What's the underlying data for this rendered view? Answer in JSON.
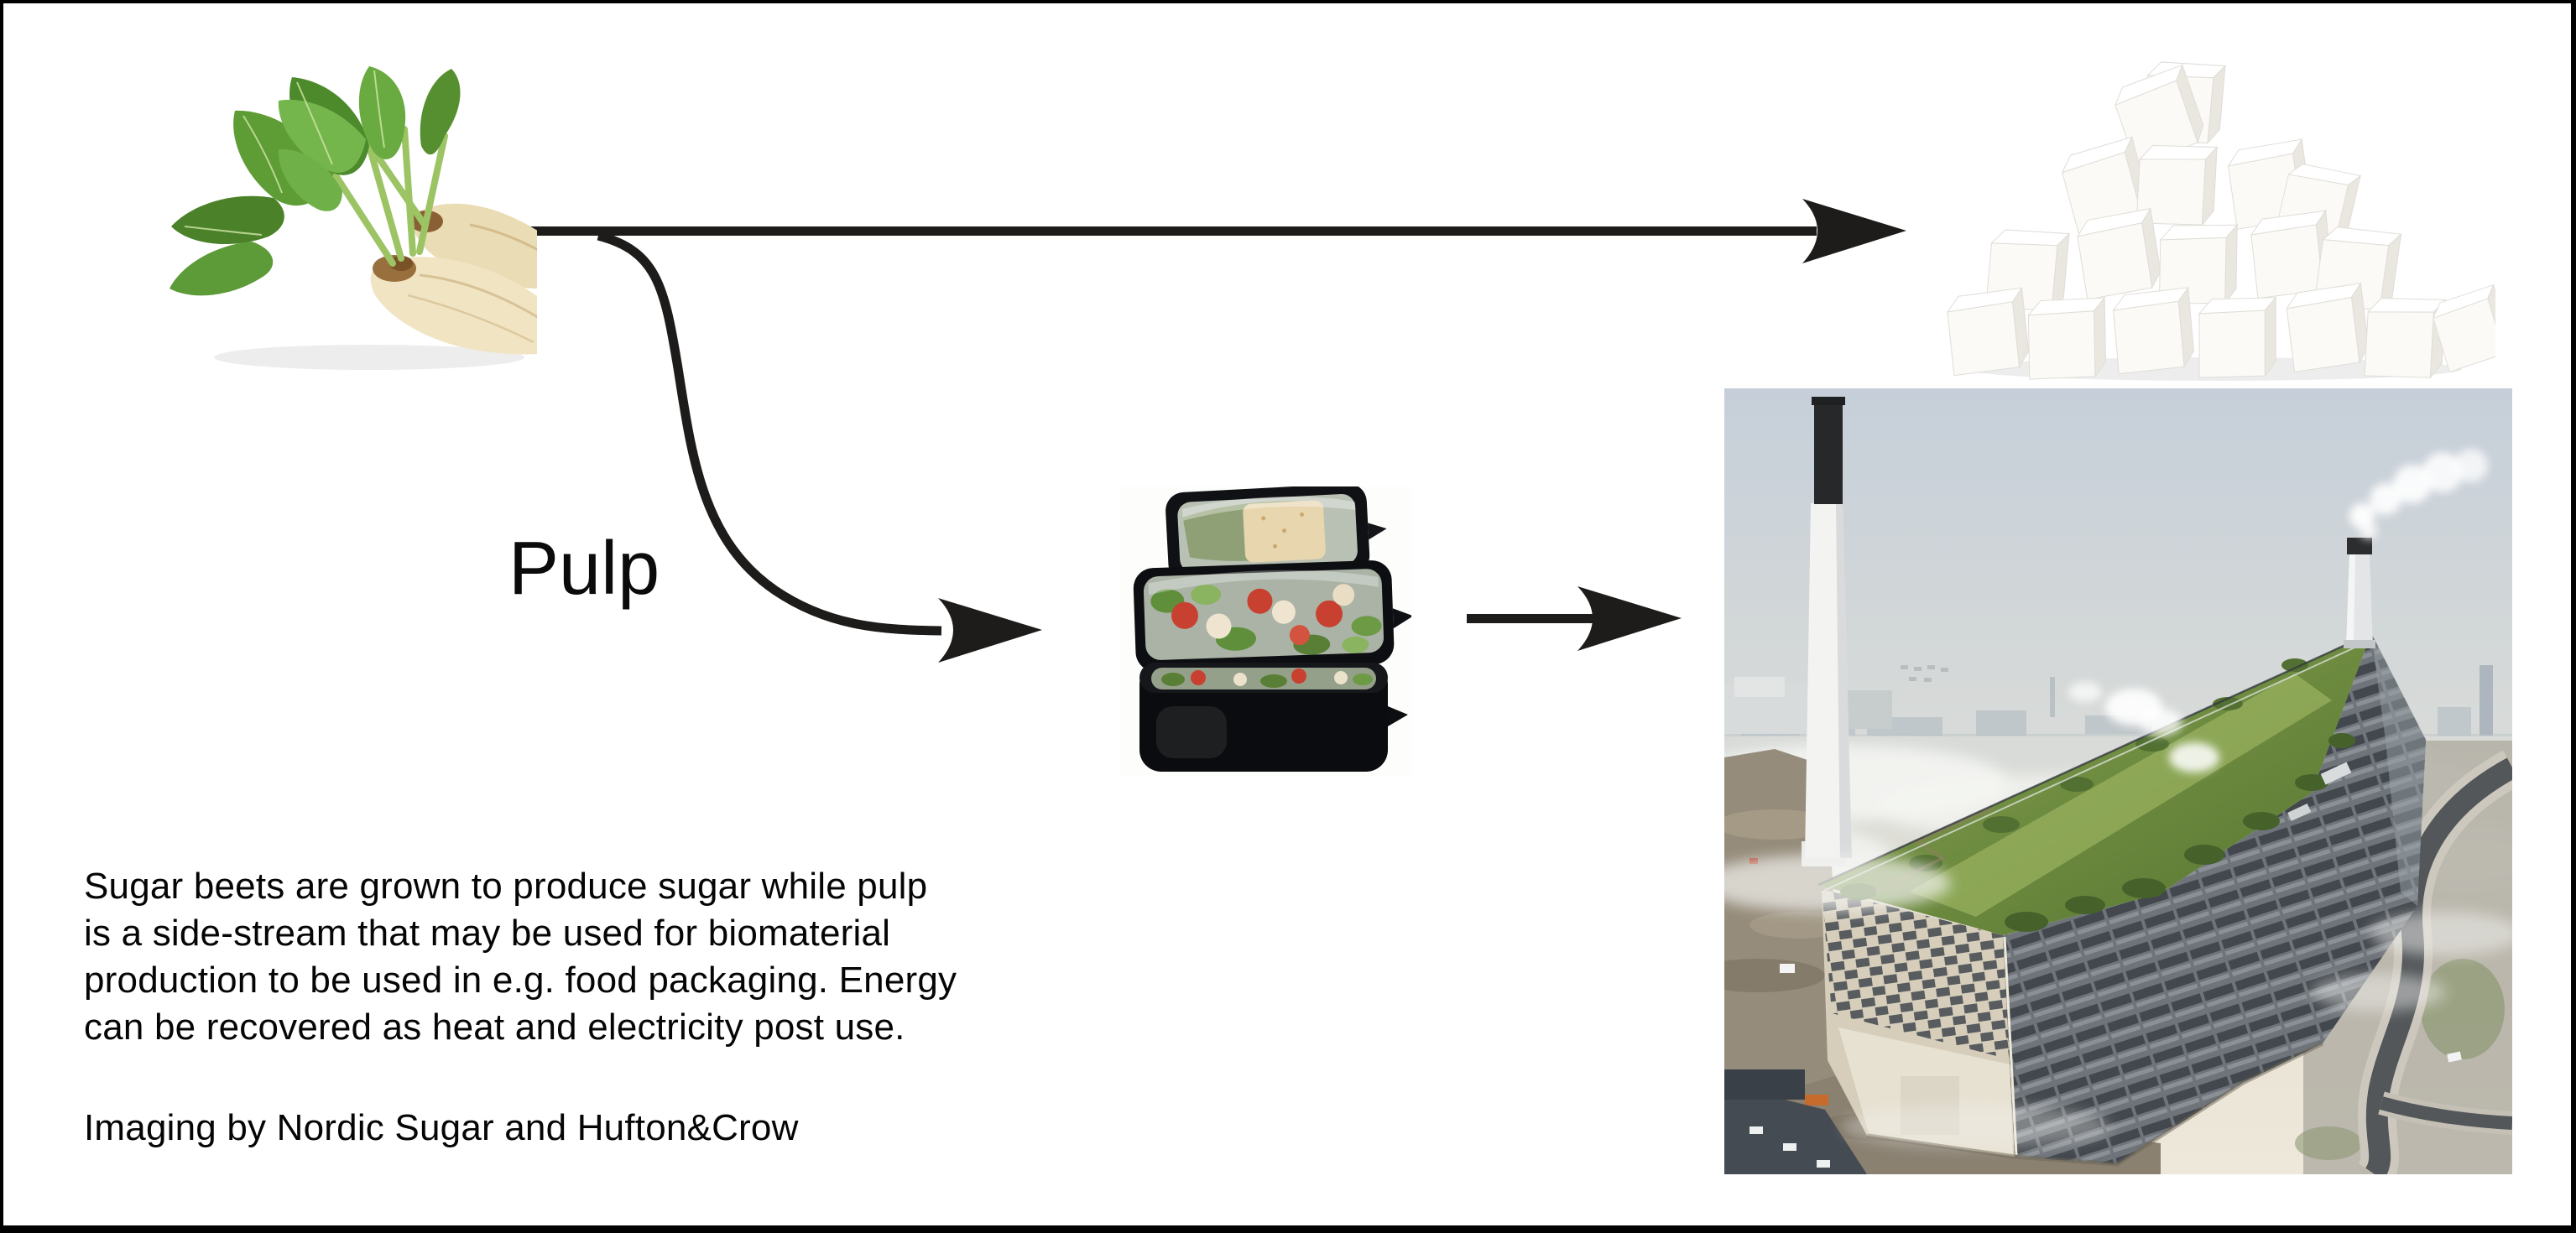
{
  "figure": {
    "pulp_label": "Pulp",
    "caption_lines": [
      "Sugar beets are grown to produce sugar while pulp",
      "is a side-stream that may be used for biomaterial",
      "production to be used in e.g. food packaging. Energy",
      "can be recovered as heat and electricity post use."
    ],
    "credit": "Imaging by Nordic Sugar and Hufton&Crow",
    "illustrations": [
      {
        "id": "sugar-beets-photo",
        "name": "sugar beets with leaves"
      },
      {
        "id": "sugar-cubes-photo",
        "name": "pile of sugar cubes"
      },
      {
        "id": "food-packaging-photo",
        "name": "stacked black salad packaging containers"
      },
      {
        "id": "energy-plant-photo",
        "name": "waste-to-energy plant with green sloped roof and chimneys"
      }
    ],
    "colors": {
      "background": "#ffffff",
      "border": "#000000",
      "arrow": "#1e1c1a",
      "text": "#050505"
    }
  }
}
